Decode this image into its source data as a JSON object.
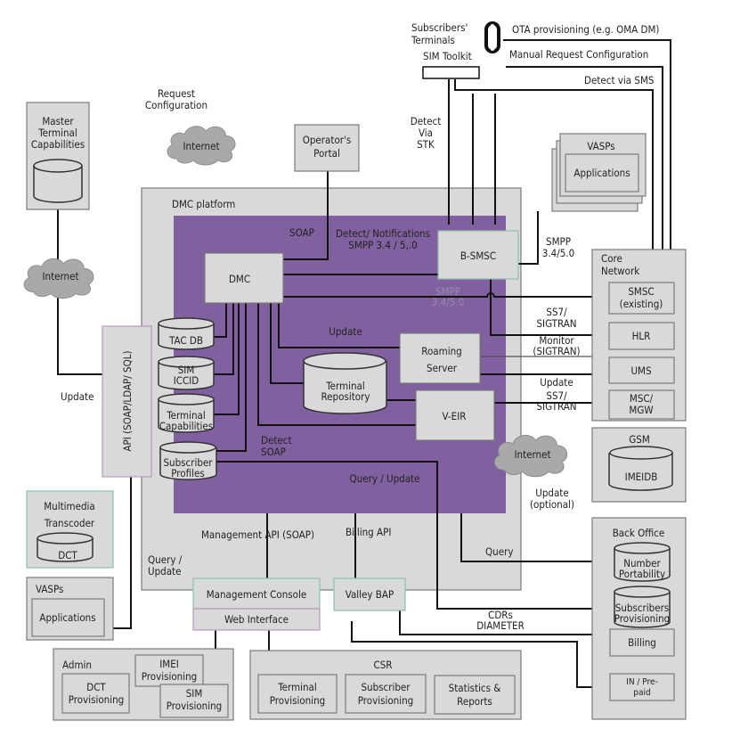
{
  "colors": {
    "platform_bg": "#d9d9d9",
    "dmc_core": "#80609e",
    "line": "#111111",
    "cloud": "#a9a9a9"
  },
  "top": {
    "subscribers_terminals": [
      "Subscribers'",
      "Terminals"
    ],
    "sim_toolkit": "SIM Toolkit",
    "ota": "OTA provisioning (e.g. OMA DM)",
    "manual_request": "Manual Request Configuration",
    "detect_sms": "Detect via SMS",
    "detect_stk": [
      "Detect",
      "Via",
      "STK"
    ],
    "request_configuration": [
      "Request",
      "Configuration"
    ],
    "internet_top": "Internet",
    "operators_portal": [
      "Operator's",
      "Portal"
    ],
    "phone_icon": "mobile-phone-icon"
  },
  "left": {
    "master_terminal": [
      "Master",
      "Terminal",
      "Capabilities"
    ],
    "internet_left": "Internet",
    "update": "Update",
    "api": "API (SOAP/LDAP/ SQL)",
    "multimedia": [
      "Multimedia",
      "Transcoder"
    ],
    "dct": "DCT",
    "vasps": "VASPs",
    "applications": "Applications"
  },
  "platform": {
    "title": "DMC platform",
    "soap": "SOAP",
    "detect_notifications": [
      "Detect/ Notifications",
      "SMPP 3.4 / 5,.0"
    ],
    "dmc": "DMC",
    "bsmsc": "B-SMSC",
    "smpp_faded": [
      "SMPP",
      "3.4/5.0"
    ],
    "update": "Update",
    "tac_db": "TAC DB",
    "sim_iccid": [
      "SIM",
      "ICCID"
    ],
    "terminal_capabilities": [
      "Terminal",
      "Capabilities"
    ],
    "subscriber_profiles": [
      "Subscriber",
      "Profiles"
    ],
    "terminal_repository": [
      "Terminal",
      "Repository"
    ],
    "roaming_server": [
      "Roaming",
      "Server"
    ],
    "veir": "V-EIR",
    "detect_soap": [
      "Detect",
      "SOAP"
    ],
    "query_update": "Query / Update",
    "management_api": "Management API (SOAP)",
    "billing_api": "Billing API",
    "query_update_left": [
      "Query /",
      "Update"
    ],
    "query": "Query"
  },
  "right": {
    "vasps": "VASPs",
    "applications": "Applications",
    "smpp": [
      "SMPP",
      "3.4/5.0"
    ],
    "core_network": [
      "Core",
      "Network"
    ],
    "smsc": [
      "SMSC",
      "(existing)"
    ],
    "hlr": "HLR",
    "ums": "UMS",
    "msc": [
      "MSC/",
      "MGW"
    ],
    "ss7_1": [
      "SS7/",
      "SIGTRAN"
    ],
    "monitor": [
      "Monitor",
      "(SIGTRAN)"
    ],
    "update": "Update",
    "ss7_2": [
      "SS7/",
      "SIGTRAN"
    ],
    "internet_right": "Internet",
    "update_optional": [
      "Update",
      "(optional)"
    ],
    "gsm": "GSM",
    "imeidb": "IMEIDB",
    "back_office": "Back Office",
    "number_portability": [
      "Number",
      "Portability"
    ],
    "subscribers_provisioning": [
      "Subscribers",
      "Provisioning"
    ],
    "billing": "Billing",
    "in_prepaid": [
      "IN / Pre-",
      "paid"
    ],
    "cdrs": [
      "CDRs",
      "DIAMETER"
    ]
  },
  "bottom": {
    "management_console": "Management Console",
    "web_interface": "Web Interface",
    "valley_bap": "Valley BAP",
    "admin": "Admin",
    "imei_provisioning": [
      "IMEI",
      "Provisioning"
    ],
    "dct_provisioning": [
      "DCT",
      "Provisioning"
    ],
    "sim_provisioning": [
      "SIM",
      "Provisioning"
    ],
    "csr": "CSR",
    "terminal_provisioning": [
      "Terminal",
      "Provisioning"
    ],
    "subscriber_provisioning": [
      "Subscriber",
      "Provisioning"
    ],
    "statistics_reports": [
      "Statistics &",
      "Reports"
    ]
  }
}
